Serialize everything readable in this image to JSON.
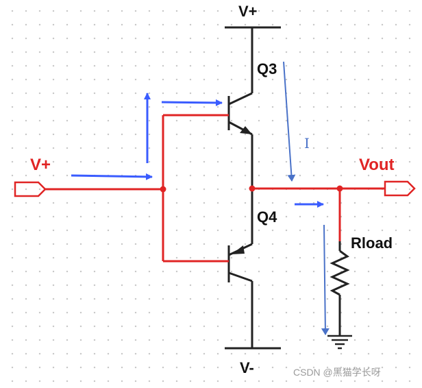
{
  "labels": {
    "vplus_top": "V+",
    "vminus": "V-",
    "vplus_input": "V+",
    "vout": "Vout",
    "q3": "Q3",
    "q4": "Q4",
    "rload": "Rload",
    "current": "I"
  },
  "watermark": "CSDN @黑猫学长呀",
  "colors": {
    "signal_wire": "#e02424",
    "supply_wire": "#222222",
    "flow_arrow": "#3a5cff",
    "current_arrow": "#4a72c8",
    "watermark": "#9a9a9a"
  }
}
